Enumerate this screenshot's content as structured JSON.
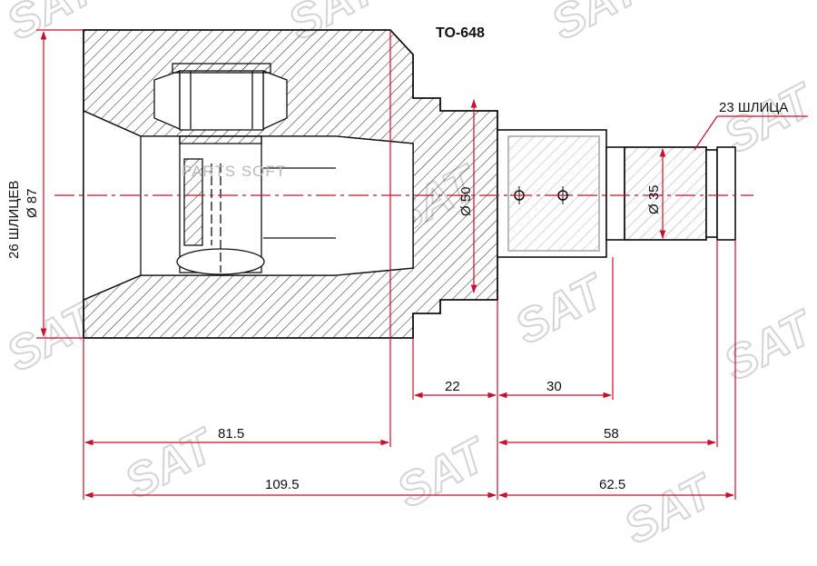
{
  "part_number": "TO-648",
  "watermark": "PARTS SOFT",
  "brand_mark": "SAT",
  "callouts": {
    "outer_splines": "26 ШЛИЦЕВ",
    "inner_splines": "23 ШЛИЦА"
  },
  "dimensions": {
    "outer_diameter": "Ø 87",
    "body_diameter": "Ø 50",
    "stem_diameter": "Ø 35",
    "length_22": "22",
    "length_30": "30",
    "length_81_5": "81.5",
    "length_58": "58",
    "length_109_5": "109.5",
    "length_62_5": "62.5"
  },
  "colors": {
    "outline": "#111111",
    "dimension": "#c8102e",
    "watermark": "#b8b8b8"
  }
}
